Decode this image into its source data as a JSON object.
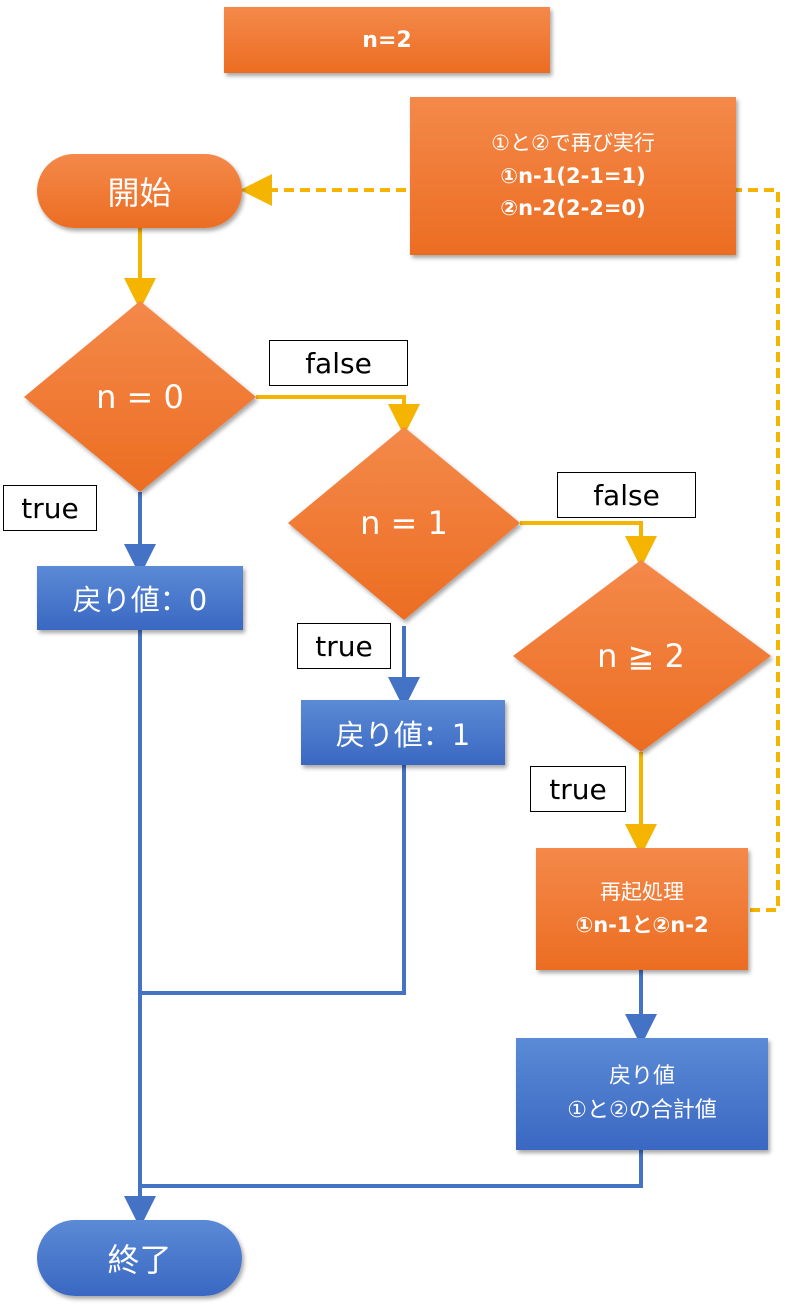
{
  "top_label": "n=2",
  "rerun_box": {
    "line1": "①と②で再び実行",
    "line2": "①n-1(2-1=1)",
    "line3": "②n-2(2-2=0)"
  },
  "start": "開始",
  "end": "終了",
  "decisions": {
    "d0": "n = 0",
    "d1": "n = 1",
    "d2": "n ≧ 2"
  },
  "edge_labels": {
    "false1": "false",
    "false2": "false",
    "true0": "true",
    "true1": "true",
    "true2": "true"
  },
  "return0": "戻り値：0",
  "return1": "戻り値：1",
  "recursion_box": {
    "line1": "再起処理",
    "line2": "①n-1と②n-2"
  },
  "sum_box": {
    "line1": "戻り値",
    "line2": "①と②の合計値"
  },
  "colors": {
    "orange": "#ec6d22",
    "blue": "#3a68c2",
    "orange_line": "#f4b400",
    "blue_line": "#4472c4"
  }
}
